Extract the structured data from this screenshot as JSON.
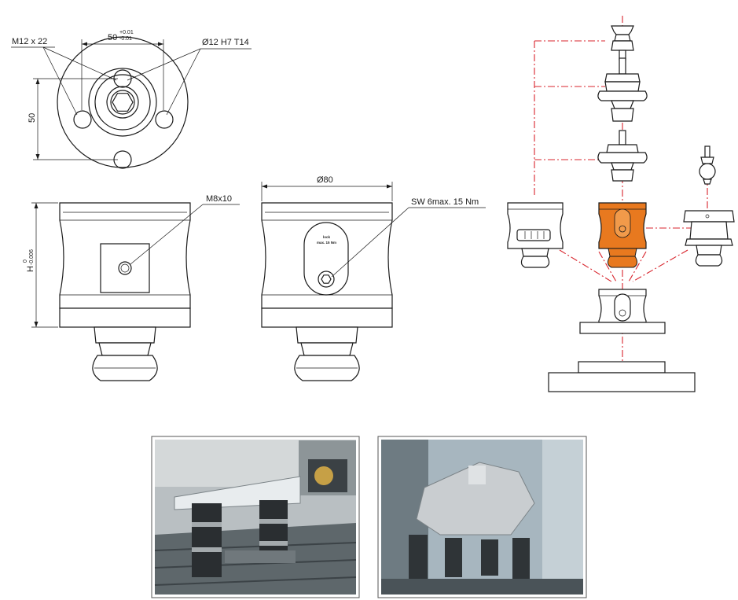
{
  "dimensions": {
    "thread_top": "M12 x 22",
    "spacing_50": "50",
    "tol_plus": "+0.01",
    "tol_minus": "-0.01",
    "bore": "Ø12 H7 T14",
    "vertical_50": "50",
    "thread_side": "M8x10",
    "diameter": "Ø80",
    "wrench": "SW 6max. 15 Nm",
    "height_h": "H",
    "height_tol_upper": "0",
    "height_tol_lower": "-0.006"
  },
  "plate_text": {
    "line1": "lock",
    "line2": "max. 15 Nm"
  },
  "colors": {
    "highlight": "#e8791f",
    "chain_line": "#d8242c"
  }
}
